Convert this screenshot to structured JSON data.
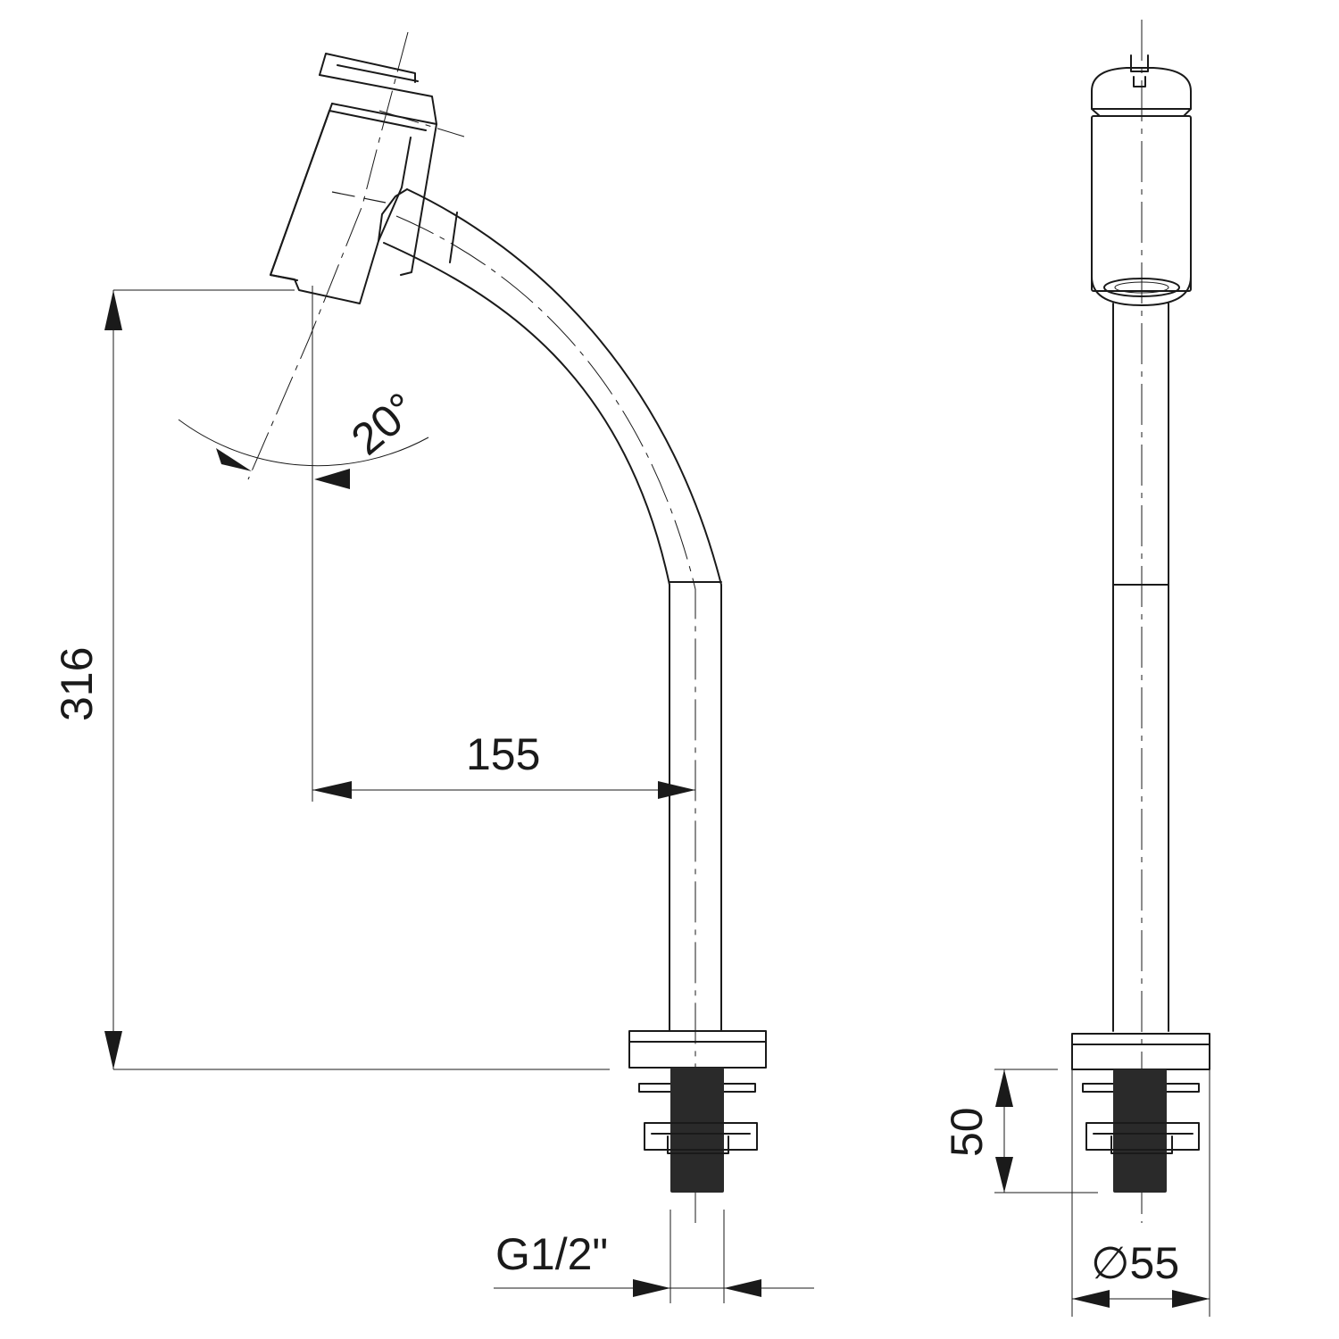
{
  "dimensions": {
    "height_label": "316",
    "reach_label": "155",
    "angle_label": "20°",
    "thread_label": "G1/2\"",
    "shank_label": "50",
    "diameter_label": "∅55"
  }
}
